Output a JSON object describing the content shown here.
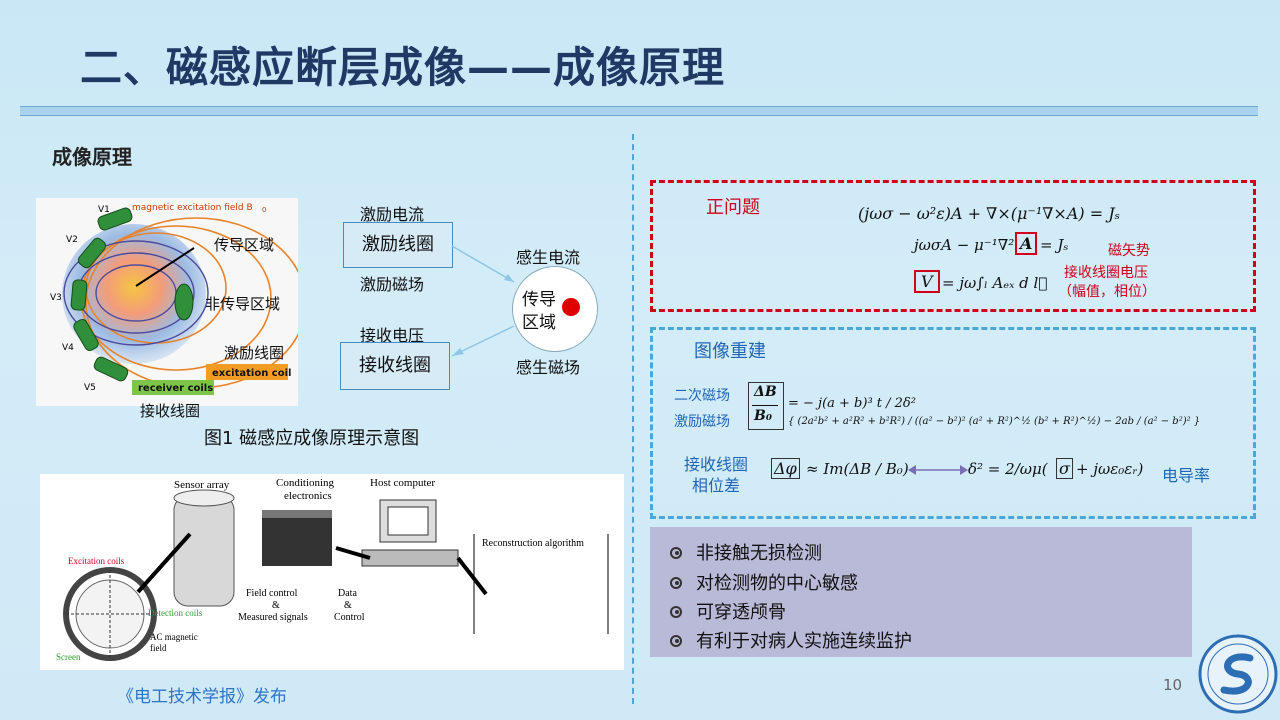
{
  "slide": {
    "title": "二、磁感应断层成像——成像原理",
    "section_label": "成像原理",
    "page_number": "10",
    "source": "《电工技术学报》发布"
  },
  "figure1": {
    "caption": "图1 磁感应成像原理示意图",
    "annot_conduct": "传导区域",
    "annot_nonconduct": "非传导区域",
    "annot_excite_coil": "激励线圈",
    "annot_receive_coil": "接收线圈",
    "in_fig_field_label": "magnetic excitation field B",
    "in_fig_field_sub": "0",
    "in_fig_excitation": "excitation coil",
    "in_fig_receiver": "receiver coils",
    "coil_labels": [
      "V1",
      "V2",
      "V3",
      "V4",
      "V5"
    ]
  },
  "flow": {
    "excite_current": "激励电流",
    "excite_coil": "激励线圈",
    "excite_field": "激励磁场",
    "receive_voltage": "接收电压",
    "receive_coil": "接收线圈",
    "induced_current": "感生电流",
    "induced_field": "感生磁场",
    "conduct_region_line1": "传导",
    "conduct_region_line2": "区域"
  },
  "figure2": {
    "sensor_array": "Sensor array",
    "conditioning_line1": "Conditioning",
    "conditioning_line2": "electronics",
    "host": "Host computer",
    "reconstruction": "Reconstruction algorithm",
    "field_control_line1": "Field control",
    "field_control_line2": "&",
    "field_control_line3": "Measured signals",
    "data_line1": "Data",
    "data_line2": "&",
    "data_line3": "Control",
    "excitation_coils": "Excitation coils",
    "detection_coils": "Detection coils",
    "ac_field_line1": "AC magnetic",
    "ac_field_line2": "field",
    "screen": "Screen"
  },
  "forward": {
    "title": "正问题",
    "eq1": "(jωσ − ω²ε)A + ∇×(μ⁻¹∇×A) = Jₛ",
    "eq2_left": "jωσA − μ⁻¹∇²",
    "eq2_boxed": "A",
    "eq2_right": "= Jₛ",
    "eq3_boxed": "V",
    "eq3_right": "= jω∫ₗ Aₑₓ d l⃗",
    "note_potential": "磁矢势",
    "note_voltage": "接收线圈电压",
    "note_amp_phase": "（幅值，相位）"
  },
  "reconstruction": {
    "title": "图像重建",
    "label_secondary": "二次磁场",
    "label_excite": "激励磁场",
    "frac_top": "ΔB",
    "frac_bottom": "B₀",
    "eq_rhs1": "= − j(a + b)³ t / 2δ²",
    "eq_rhs2": "{ (2a²b² + a²R² + b²R²) / ((a² − b²)² (a² + R²)^½ (b² + R²)^½) − 2ab / (a² − b²)² }",
    "label_receive_phase_line1": "接收线圈",
    "label_receive_phase_line2": "相位差",
    "phase_boxed": "Δφ",
    "phase_eq": "≈ Im(ΔB / B₀)",
    "delta_eq": "δ² = 2/ωμ(",
    "sigma_boxed": "σ",
    "delta_eq_tail": "+ jωε₀εᵣ)",
    "conductivity": "电导率"
  },
  "features": [
    "非接触无损检测",
    "对检测物的中心敏感",
    "可穿透颅骨",
    "有利于对病人实施连续监护"
  ],
  "colors": {
    "title": "#1f3864",
    "red": "#d0021b",
    "blue": "#1f66b5",
    "accent_dash": "#4aa8d8"
  }
}
